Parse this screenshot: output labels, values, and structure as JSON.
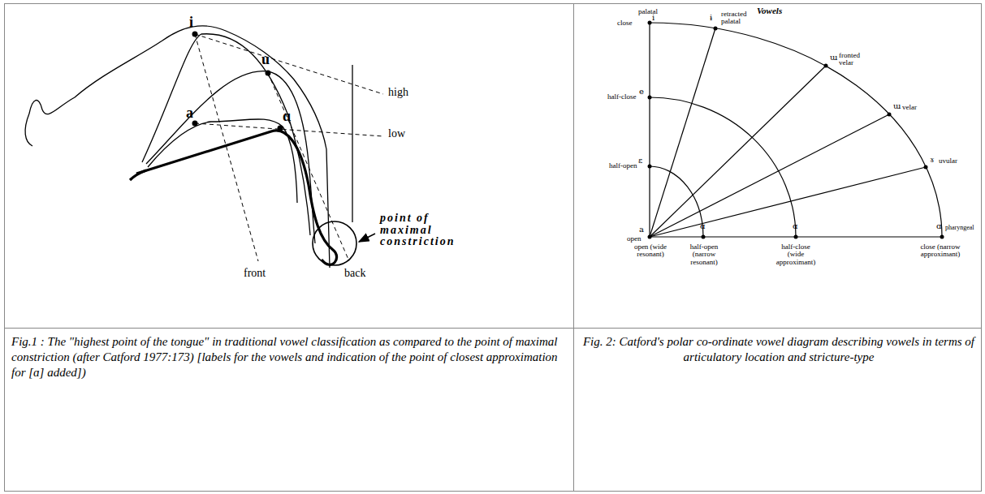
{
  "diagram": {
    "nodes": [
      {
        "text": [
          "Fig.1 : The \"highest point of the tongue\" in traditional vowel classification as compared to the point of maximal constriction (after Catford 1977:173) [labels for the vowels and indication of the point of closest approximation for [ɑ] added])"
        ]
      },
      {
        "text": [
          "Fig. 2: Catford's polar co-ordinate vowel diagram describing vowels in terms of articulatory location and stricture-type"
        ]
      }
    ],
    "labels": [
      "i",
      "u",
      "a",
      "ɑ",
      "high",
      "low",
      "front",
      "back",
      "point of maximal constriction",
      "Vowels",
      "close",
      "palatal",
      "i",
      "retracted palatal",
      "ɨ",
      "ɯ",
      "fronted velar",
      "ɯ",
      "velar",
      "ɤ",
      "uvular",
      "ɑ",
      "pharyngeal",
      "half-close",
      "e",
      "half-open",
      "ɛ",
      "open",
      "a",
      "ɑ",
      "ɑ",
      "open (wide resonant)",
      "half-open (narrow resonant)",
      "half-close (wide approximant)",
      "close (narrow approximant)"
    ]
  }
}
